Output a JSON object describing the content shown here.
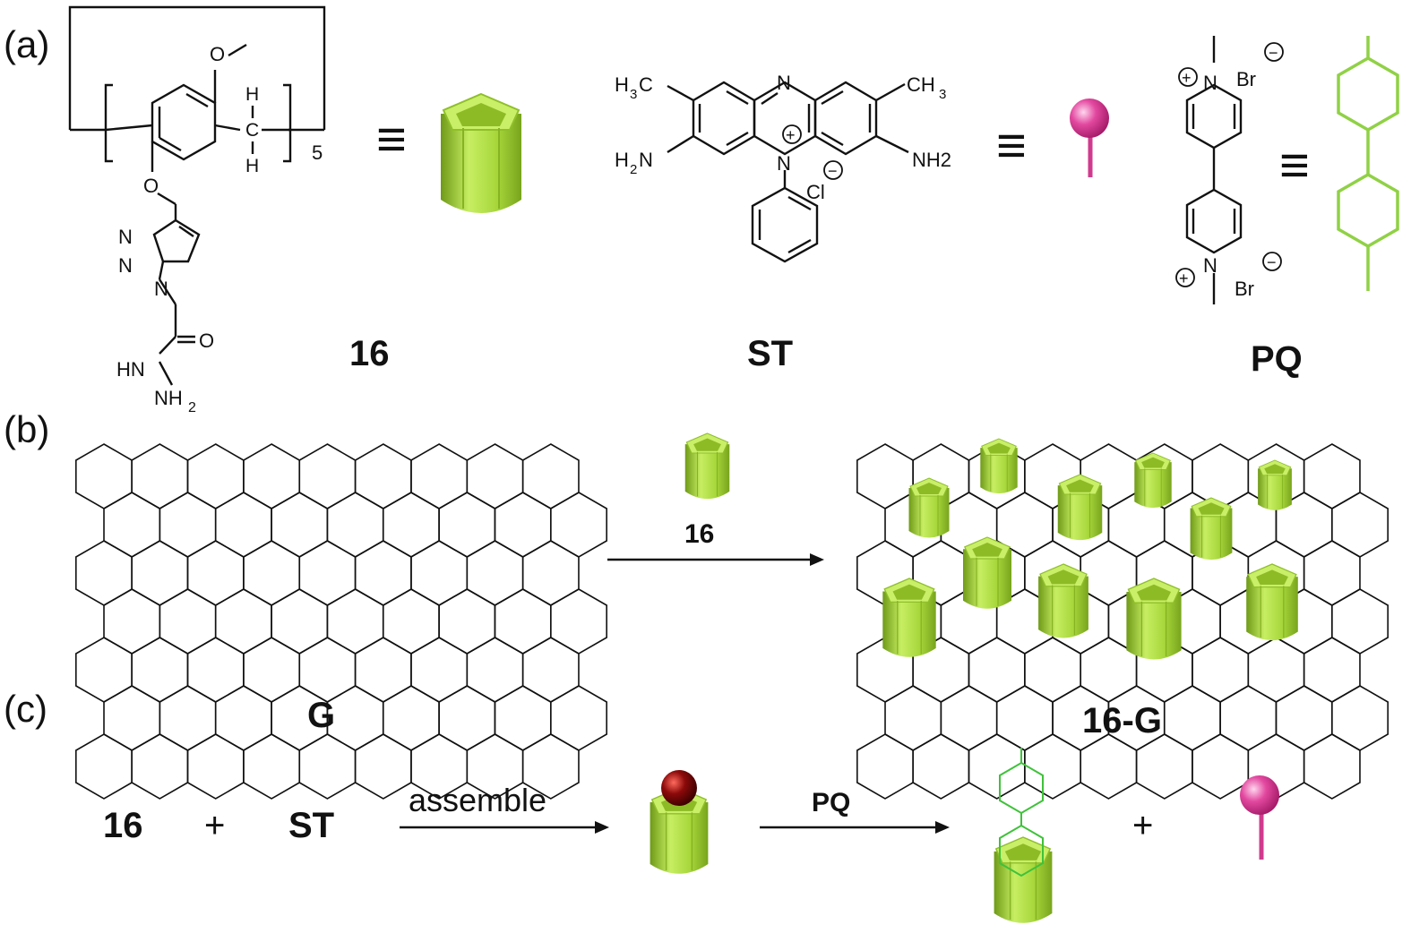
{
  "panels": {
    "a": "(a)",
    "b": "(b)",
    "c": "(c)"
  },
  "compounds": {
    "c16": "16",
    "st": "ST",
    "pq": "PQ",
    "g": "G",
    "c16g": "16-G"
  },
  "equiv_symbol": "≡",
  "atoms16": {
    "o1": "O",
    "h1": "H",
    "c": "C",
    "h2": "H",
    "sub": "5",
    "o2": "O",
    "n1": "N",
    "n2": "N",
    "n3": "N",
    "o3": "O",
    "nh": "HN",
    "nh2": "NH",
    "sub2": "2"
  },
  "atomsST": {
    "h3c": "H",
    "h3sub": "3",
    "h3c2": "C",
    "ch3": "CH",
    "ch3sub": "3",
    "n": "N",
    "plus": "+",
    "nplus": "N",
    "h2n": "H",
    "h2sub": "2",
    "h2n2": "N",
    "nh2": "NH2",
    "cl": "Cl",
    "minus": "−"
  },
  "atomsPQ": {
    "n1": "N",
    "n2": "N",
    "br1": "Br",
    "br2": "Br",
    "plus": "+",
    "minus": "−"
  },
  "panel_b": {
    "reagent": "16"
  },
  "panel_c": {
    "lhs1": "16",
    "plus1": "+",
    "lhs2": "ST",
    "arrow1": "assemble",
    "arrow2": "PQ",
    "plus2": "+"
  },
  "colors": {
    "host_green": "#a6d63a",
    "host_dark": "#6f9a18",
    "guest_pink": "#e2489f",
    "guest_red": "#8c0a0a",
    "viologen": "#90d145"
  }
}
